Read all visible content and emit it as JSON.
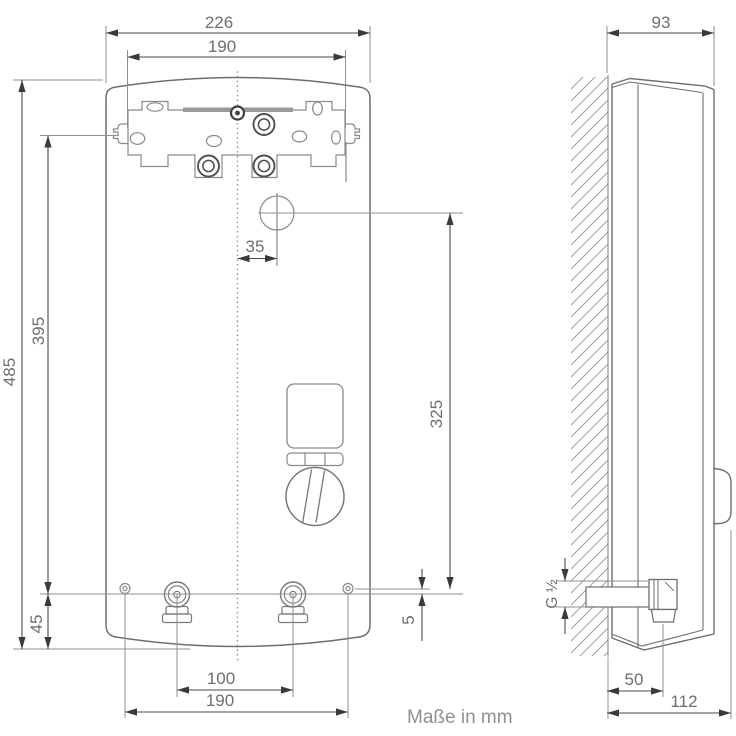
{
  "caption": "Maße in mm",
  "front_view": {
    "overall_width_mm": "226",
    "bracket_width_mm": "190",
    "overall_height_mm": "485",
    "bracket_height_mm": "395",
    "cable_entry_offset_mm": "35",
    "connection_height_mm": "325",
    "bottom_edge_offset_mm": "45",
    "screw_hole_offset_mm": "5",
    "pipe_spacing_mm": "100",
    "screw_hole_spacing_mm": "190"
  },
  "side_view": {
    "depth_mm": "93",
    "pipe_thread": "G ½",
    "wall_to_pipe_mm": "50",
    "wall_to_front_mm": "112"
  },
  "colors": {
    "line": "#6e6e6e",
    "thin_line": "#8f8f8f",
    "arrow": "#3a3a3a",
    "text": "#6e6e6e"
  }
}
